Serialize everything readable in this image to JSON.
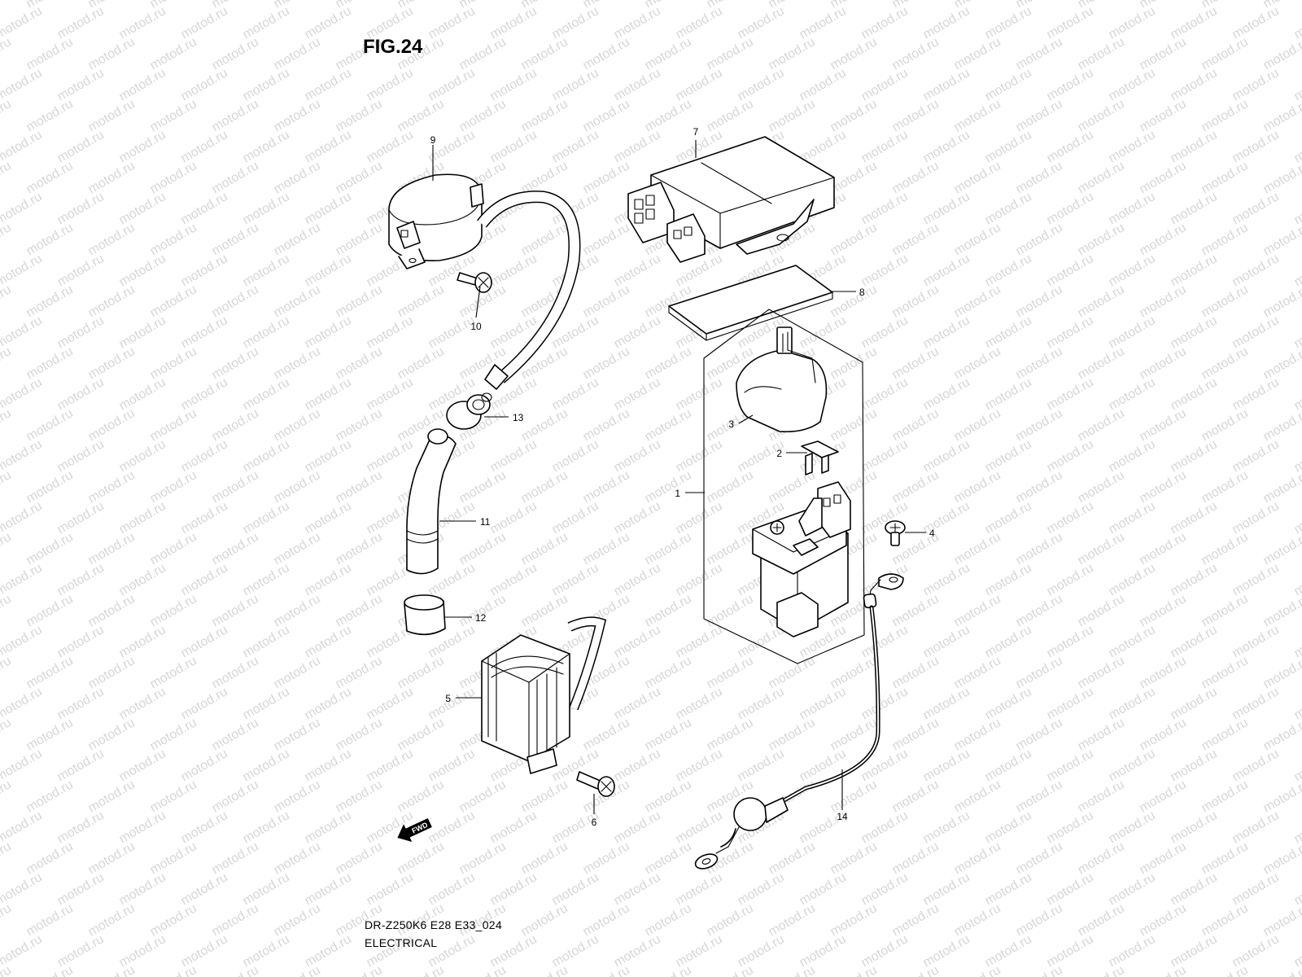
{
  "figure_title": "FIG.24",
  "caption": {
    "model_code": "DR-Z250K6 E28 E33_024",
    "section": "ELECTRICAL"
  },
  "watermark": "motod.ru",
  "fwd_label": "FWD",
  "callouts": [
    "1",
    "2",
    "3",
    "4",
    "5",
    "6",
    "7",
    "8",
    "9",
    "10",
    "11",
    "12",
    "13",
    "14"
  ]
}
